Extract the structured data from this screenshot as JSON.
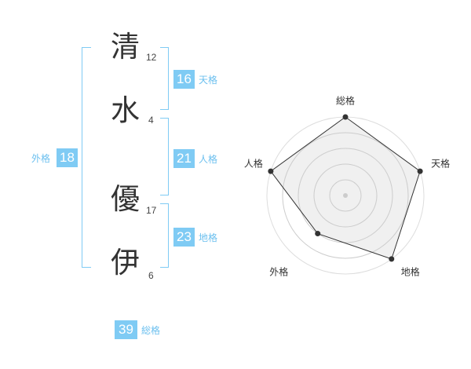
{
  "name": {
    "chars": [
      {
        "char": "清",
        "strokes": "12"
      },
      {
        "char": "水",
        "strokes": "4"
      },
      {
        "char": "優",
        "strokes": "17"
      },
      {
        "char": "伊",
        "strokes": "6"
      }
    ]
  },
  "fortunes": {
    "tenkaku": {
      "value": "16",
      "label": "天格"
    },
    "jinkaku": {
      "value": "21",
      "label": "人格"
    },
    "chikaku": {
      "value": "23",
      "label": "地格"
    },
    "gaikaku": {
      "value": "18",
      "label": "外格"
    },
    "soukaku": {
      "value": "39",
      "label": "総格"
    }
  },
  "colors": {
    "accent": "#7fcbf4",
    "label": "#6cc0ef",
    "text": "#333333"
  },
  "chart_data": {
    "type": "radar",
    "axes": [
      "総格",
      "天格",
      "地格",
      "外格",
      "人格"
    ],
    "scale_max": 5,
    "rings": 5,
    "values": [
      5,
      5,
      5,
      3,
      5
    ]
  }
}
